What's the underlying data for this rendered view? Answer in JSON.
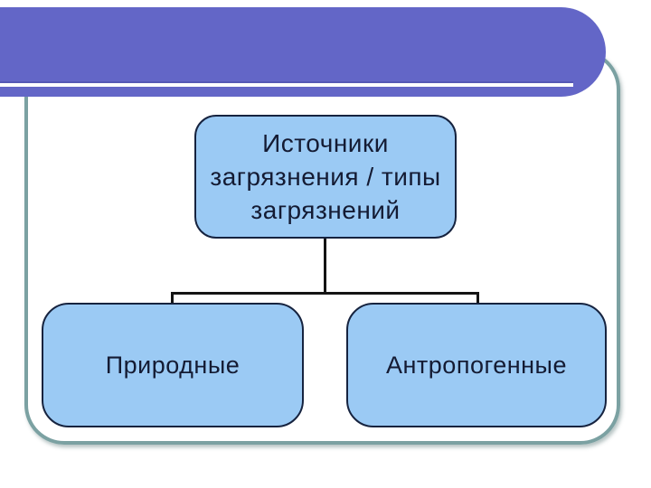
{
  "theme": {
    "background": "#ffffff",
    "banner_color": "#6366c7",
    "frame_border_color": "#7ba1a2",
    "box_fill": "#9bcaf4",
    "box_border": "#16233f",
    "text_color": "#141b33",
    "connector_color": "#141414"
  },
  "diagram": {
    "root": {
      "label": "Источники загрязнения / типы загрязнений"
    },
    "children": [
      {
        "label": "Природные"
      },
      {
        "label": "Антропогенные"
      }
    ]
  }
}
